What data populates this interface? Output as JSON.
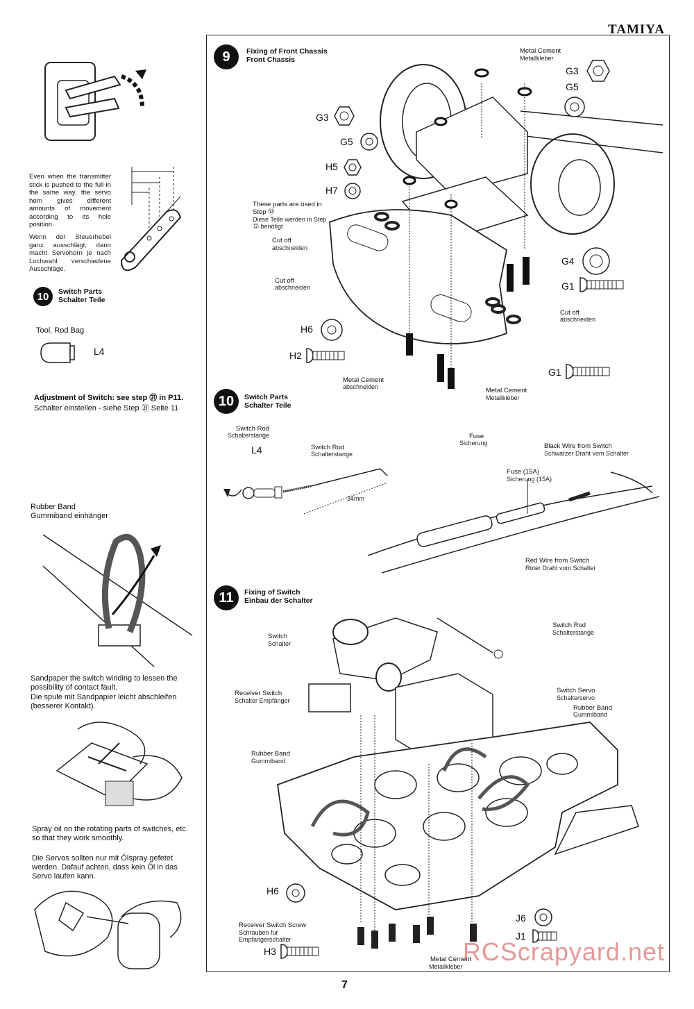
{
  "brand": "TAMIYA",
  "page_number": "7",
  "watermark": "RCScrapyard.net",
  "left": {
    "transmitter_note_en": "Even when the transmitter stick is pushed to the full in the same way, the servo horn gives different amounts of movement according to its hole position.",
    "transmitter_note_de": "Wenn der Steuerhebel ganz ausschlägt, dann macht Servohorn je nach Lochwahl verschiedene Ausschläge.",
    "step_number": "10",
    "step_title_en": "Switch Parts",
    "step_title_de": "Schalter Teile",
    "tool_bag": "Tool, Rod Bag",
    "part_l4": "L4",
    "adjust_en": "Adjustment of Switch: see step ㉑ in P11.",
    "adjust_de": "Schalter einstellen - siehe Step ㉑ Seite 11",
    "rubber_band_en": "Rubber Band",
    "rubber_band_de": "Gummiband einhänger",
    "sandpaper_en": "Sandpaper the switch winding to lessen the possibility of contact fault.",
    "sandpaper_de": "Die spule mit Sandpapier leicht abschleifen (besserer Kontakt).",
    "spray_en": "Spray oil on the rotating parts of switches, etc. so that they work smoothly.",
    "spray_de": "Die Servos sollten nur mit Ölspray gefetet werden. Dafauf achten, dass kein Öl in das Servo laufen kann."
  },
  "step9": {
    "number": "9",
    "title_en": "Fixing of Front Chassis",
    "title_de": "Front Chassis",
    "metal_cement_en": "Metal Cement",
    "metal_cement_de": "Metallkleber",
    "used_en": "These parts are used in Step ⑫",
    "used_de": "Diese Teile werden in Step ⑫ benötigt",
    "cutoff_en": "Cut off",
    "cutoff_de": "abschneiden",
    "metal_cement_de2": "abschneiden",
    "parts": [
      "G3",
      "G5",
      "H5",
      "H7",
      "G4",
      "G1",
      "H6",
      "H2"
    ]
  },
  "step10": {
    "number": "10",
    "title_en": "Switch Parts",
    "title_de": "Schalter Teile",
    "switch_rod_en": "Switch Rod",
    "switch_rod_de": "Schalterstange",
    "fuse_en": "Fuse",
    "fuse_de": "Sicherung",
    "part_l4": "L4",
    "dim": "34mm",
    "black_wire_en": "Black Wire from Switch",
    "black_wire_de": "Schwarzer Draht vom Schalter",
    "fuse15_en": "Fuse (15A)",
    "fuse15_de": "Sicherung (15A)",
    "red_wire_en": "Red Wire from Switch",
    "red_wire_de": "Roter Draht vom Schalter"
  },
  "step11": {
    "number": "11",
    "title_en": "Fixing of Switch",
    "title_de": "Einbau der Schalter",
    "switch_en": "Switch",
    "switch_de": "Schalter",
    "receiver_switch_en": "Receiver Switch",
    "receiver_switch_de": "Schalter Empfänger",
    "switch_servo_en": "Switch Servo",
    "switch_servo_de": "Schalterservo",
    "rubber_band_en": "Rubber Band",
    "rubber_band_de": "Gummiband",
    "receiver_screw_en": "Receiver Switch Screw",
    "receiver_screw_de": "Schrauben fur Empfangerschalter",
    "metal_cement_en": "Metal Cement",
    "metal_cement_de": "Metallkleber",
    "parts": [
      "H6",
      "H3",
      "J6",
      "J1"
    ]
  }
}
